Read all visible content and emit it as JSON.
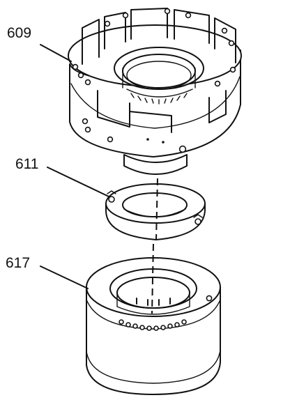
{
  "callouts": {
    "part_609": "609",
    "part_611": "611",
    "part_617": "617"
  },
  "colors": {
    "ink": "#111111",
    "paper": "#ffffff"
  }
}
